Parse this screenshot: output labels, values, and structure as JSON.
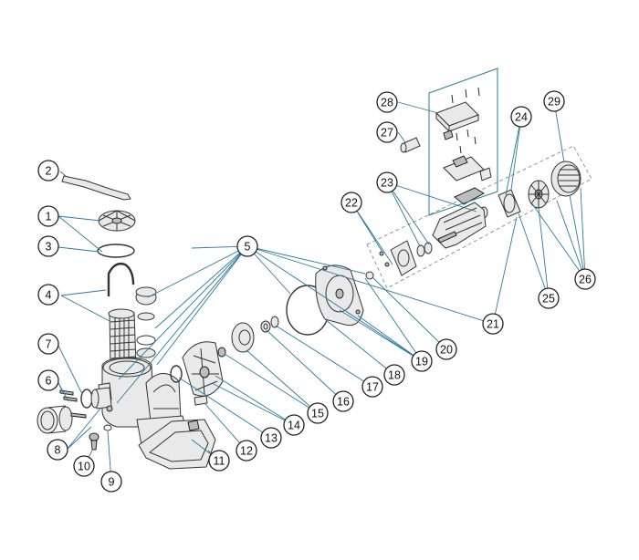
{
  "diagram": {
    "callouts": [
      "1",
      "2",
      "3",
      "4",
      "5",
      "6",
      "7",
      "8",
      "9",
      "10",
      "11",
      "12",
      "13",
      "14",
      "15",
      "16",
      "17",
      "18",
      "19",
      "20",
      "21",
      "22",
      "23",
      "24",
      "25",
      "26",
      "27",
      "28",
      "29"
    ]
  },
  "colors": {
    "leader": "#2b7a9f",
    "outline": "#333333",
    "fill": "#e9e9e9"
  }
}
